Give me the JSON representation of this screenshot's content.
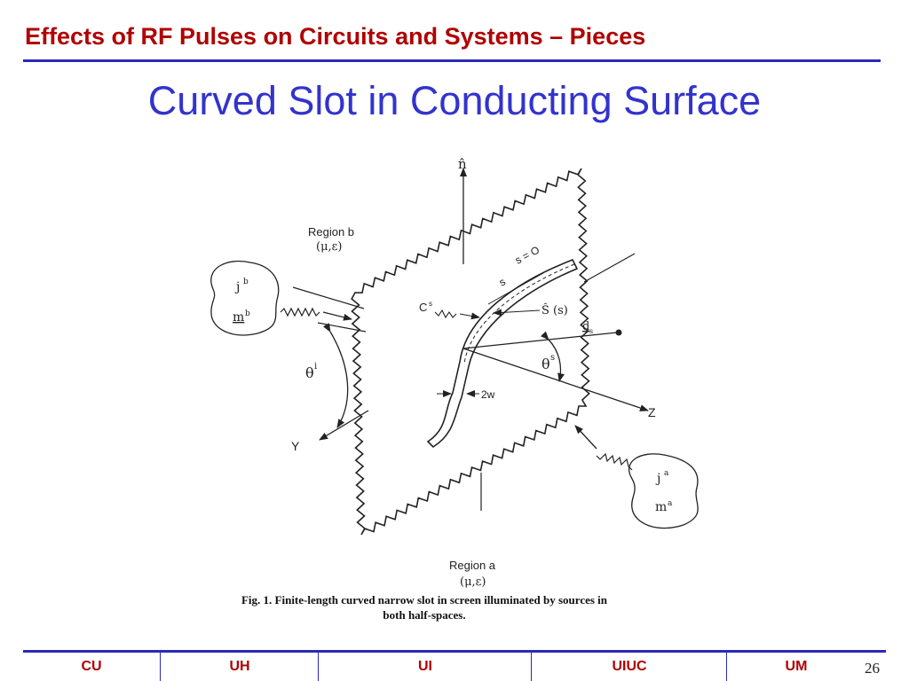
{
  "header": {
    "title": "Effects of RF Pulses on Circuits and Systems – Pieces"
  },
  "slide": {
    "title": "Curved Slot in Conducting Surface"
  },
  "figure": {
    "labels": {
      "n_hat": "n̂",
      "region_b": "Region b",
      "region_b_params": "(μ,ε)",
      "j_b": "j",
      "j_b_sup": "b",
      "m_b": "m",
      "m_b_sup": "b",
      "s_zero": "s = O",
      "s": "s",
      "c_s": "C",
      "c_s_sup": "s",
      "s_hat_s": "Ŝ (s)",
      "d_s": "d",
      "d_s_sub": "s",
      "theta_s": "θ",
      "theta_s_sup": "s",
      "theta_i": "θ",
      "theta_i_sup": "i",
      "two_w": "2w",
      "z_axis": "Z",
      "y_axis": "Y",
      "j_a": "j",
      "j_a_sup": "a",
      "m_a": "m",
      "m_a_sup": "a",
      "region_a": "Region a",
      "region_a_params": "(μ,ε)"
    },
    "caption_line1": "Fig. 1.  Finite-length curved narrow slot in screen illuminated by sources in",
    "caption_line2": "both half-spaces."
  },
  "footer": {
    "items": [
      "CU",
      "UH",
      "UI",
      "UIUC",
      "UM"
    ],
    "page_number": "26"
  }
}
